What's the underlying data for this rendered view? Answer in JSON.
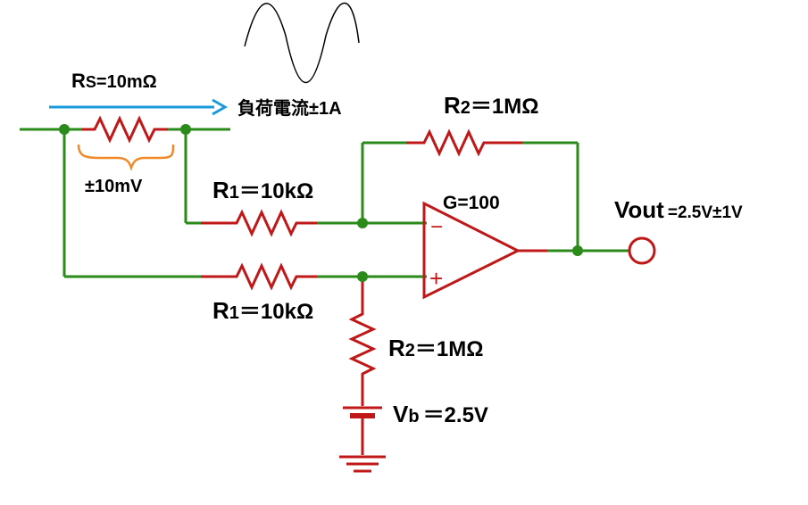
{
  "labels": {
    "rs_main": "R",
    "rs_sub": "S",
    "rs_value": "=10mΩ",
    "load_current": "負荷電流±1A",
    "rs_voltage": "±10mV",
    "r2_top_main": "R",
    "r2_top_sub": "2",
    "r2_top_value": "＝1MΩ",
    "r1_top_main": "R",
    "r1_top_sub": "1",
    "r1_top_value": "＝10kΩ",
    "gain": "G=100",
    "vout_main": "Vout",
    "vout_value": "=2.5V±1V",
    "r1_bot_main": "R",
    "r1_bot_sub": "1",
    "r1_bot_value": "＝10kΩ",
    "r2_bot_main": "R",
    "r2_bot_sub": "2",
    "r2_bot_value": "＝1MΩ",
    "vb_main": "V",
    "vb_sub": "b",
    "vb_value": "＝2.5V",
    "minus": "−",
    "plus": "+"
  },
  "colors": {
    "wire": "#2a8a1a",
    "component": "#c01818",
    "arrow": "#1a9ad8",
    "brace": "#f08a2a",
    "sine": "#000000"
  }
}
